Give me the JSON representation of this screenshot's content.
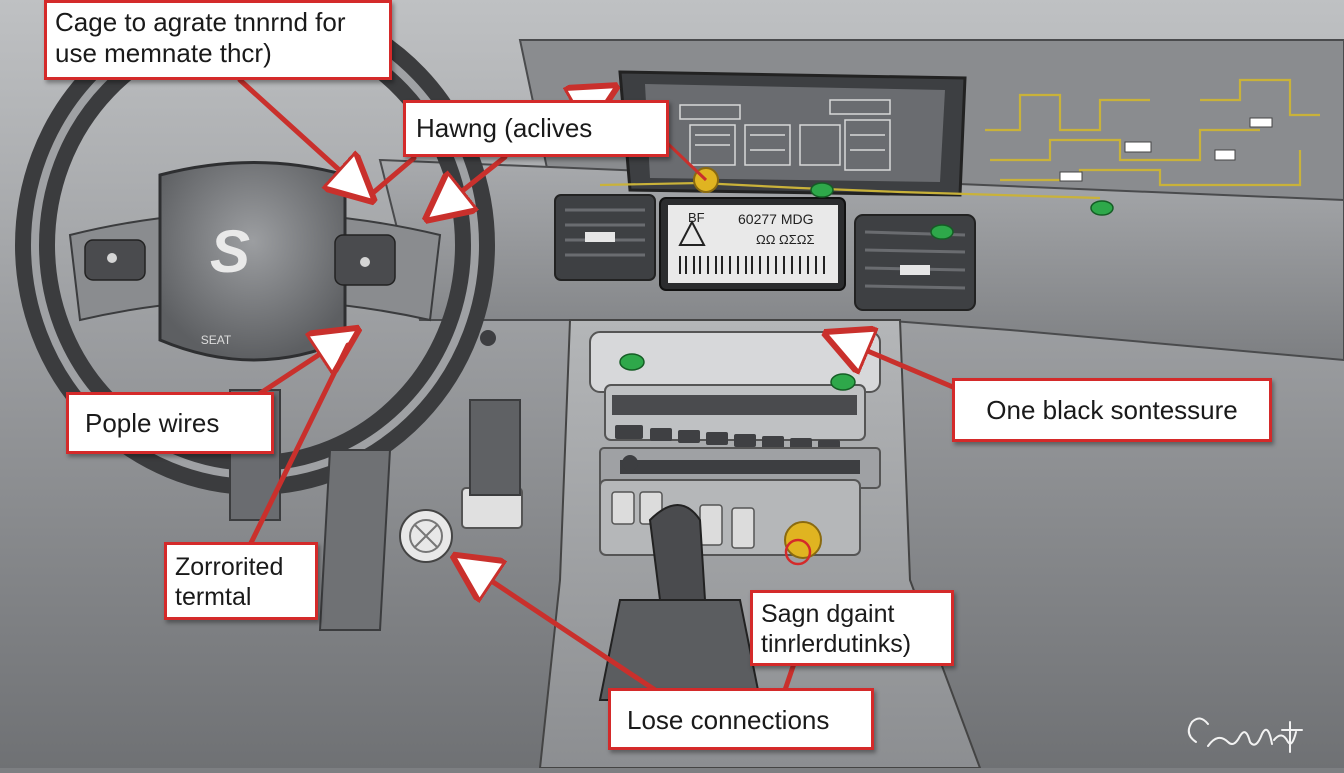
{
  "callouts": {
    "top_left": [
      "Cage to agrate tnnrnd for",
      "use memnate thcr)"
    ],
    "hawng": "Hawng (aclives",
    "pople_wires": "Pople wires",
    "black_sontessure": "One black sontessure",
    "zorrorited": [
      "Zorrorited",
      "termtal"
    ],
    "sagn_dgaint": [
      "Sagn dgaint",
      "tinrlerdutinks)"
    ],
    "lose_connections": "Lose connections"
  },
  "screen_text": {
    "line1": "BF",
    "line2": "60277 MDG",
    "line3": "ΩΩ ΩΣΩΣ"
  },
  "steering_wheel": {
    "badge": "S",
    "hub_text": "SEAT"
  },
  "signature": "Cordiclat",
  "colors": {
    "callout_border": "#d42a2a",
    "arrow": "#c9302c",
    "connector_green": "#2ea84a",
    "wire_yellow": "#c9b23a",
    "connector_yellow": "#e0b421"
  }
}
